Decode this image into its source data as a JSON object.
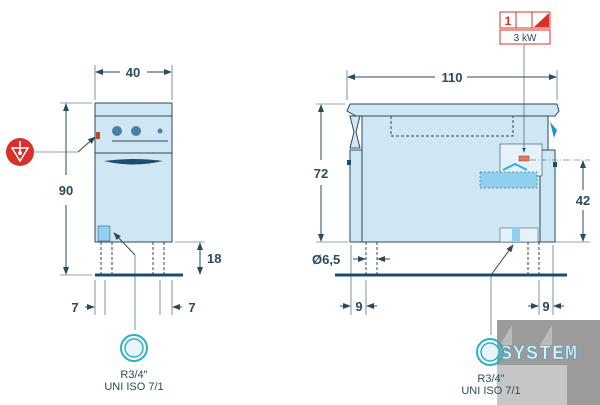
{
  "front_view": {
    "width_dim": "40",
    "height_dim": "90",
    "leg_height_dim": "18",
    "left_offset_dim": "7",
    "right_offset_dim": "7",
    "connection": {
      "thread": "R3/4\"",
      "standard": "UNI ISO 7/1"
    }
  },
  "side_view": {
    "width_dim": "110",
    "height_dim": "72",
    "inlet_height_dim": "42",
    "diameter_dim": "Ø6,5",
    "left_offset_dim": "9",
    "right_offset_dim": "9",
    "power_label": {
      "phase": "1",
      "power": "3 kW"
    },
    "connection": {
      "thread": "R3/4\"",
      "standard": "UNI ISO 7/1"
    }
  },
  "watermark": {
    "text": "SYSTEM"
  },
  "colors": {
    "body": "#cfe6f5",
    "outline": "#2b4a5c",
    "accent_red": "#d9302a",
    "water": "#2ab0e0"
  }
}
